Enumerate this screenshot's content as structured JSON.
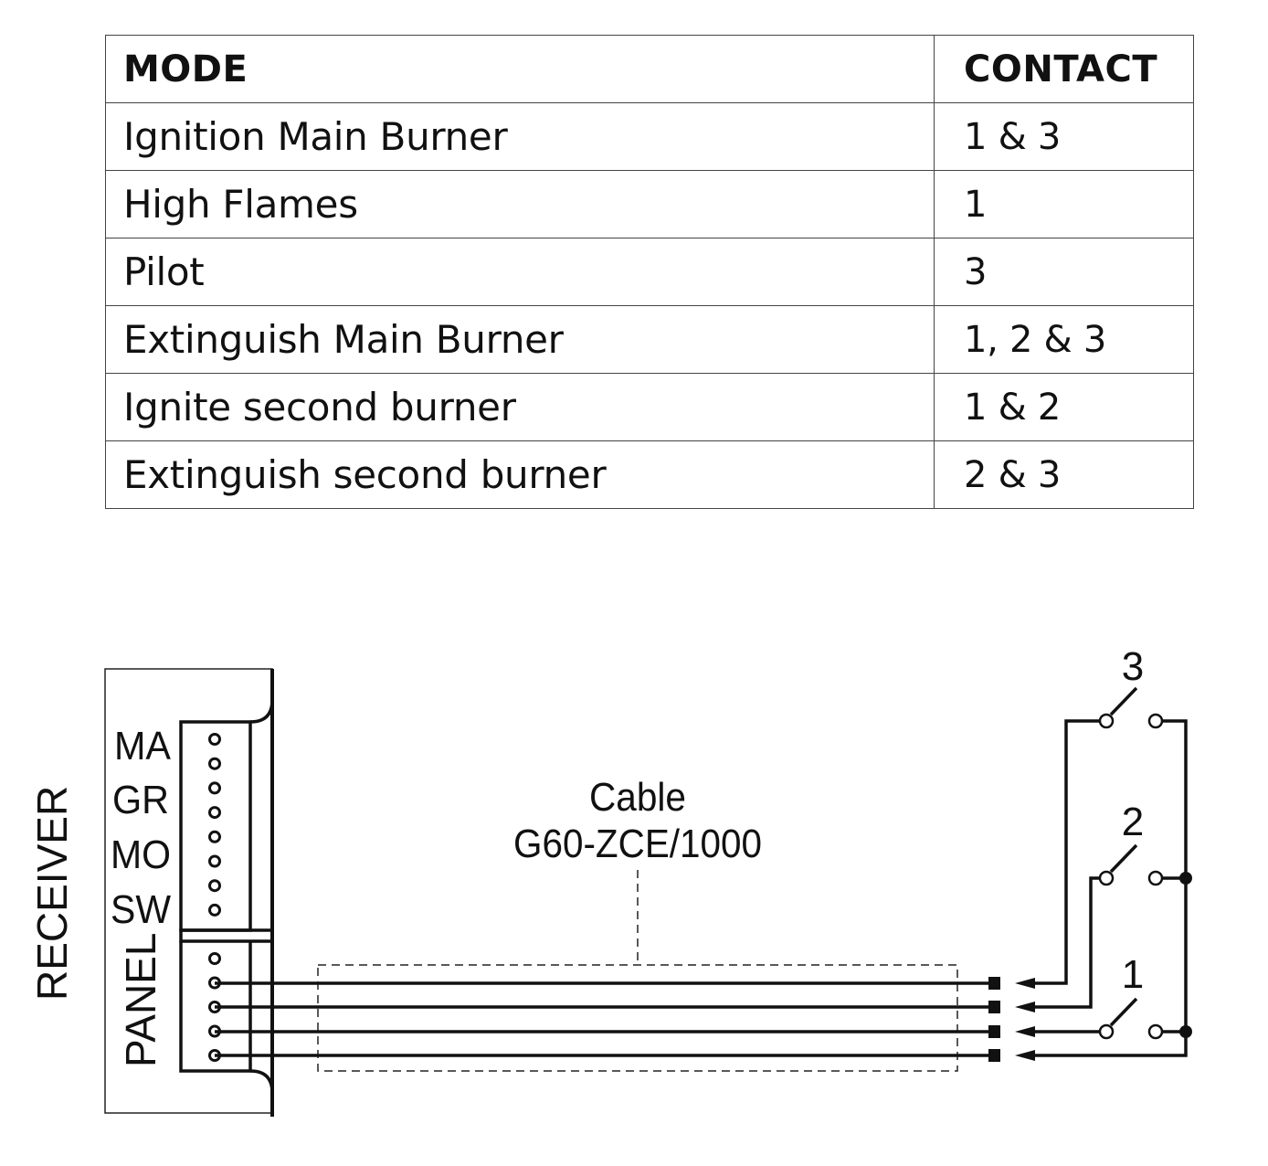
{
  "table": {
    "headers": {
      "mode": "MODE",
      "contact": "CONTACT"
    },
    "rows": [
      {
        "mode": "Ignition Main Burner",
        "contact": "1 & 3"
      },
      {
        "mode": "High Flames",
        "contact": "1"
      },
      {
        "mode": "Pilot",
        "contact": "3"
      },
      {
        "mode": "Extinguish Main Burner",
        "contact": "1, 2 & 3"
      },
      {
        "mode": "Ignite second burner",
        "contact": "1 & 2"
      },
      {
        "mode": "Extinguish second burner",
        "contact": "2 & 3"
      }
    ]
  },
  "diagram": {
    "receiver_label": "RECEIVER",
    "terminal_labels": [
      "MA",
      "GR",
      "MO",
      "SW"
    ],
    "panel_label": "PANEL",
    "cable": {
      "line1": "Cable",
      "line2": "G60-ZCE/1000",
      "wire_count": 4
    },
    "switches": [
      {
        "label": "3",
        "state": "open"
      },
      {
        "label": "2",
        "state": "open"
      },
      {
        "label": "1",
        "state": "open"
      }
    ]
  }
}
